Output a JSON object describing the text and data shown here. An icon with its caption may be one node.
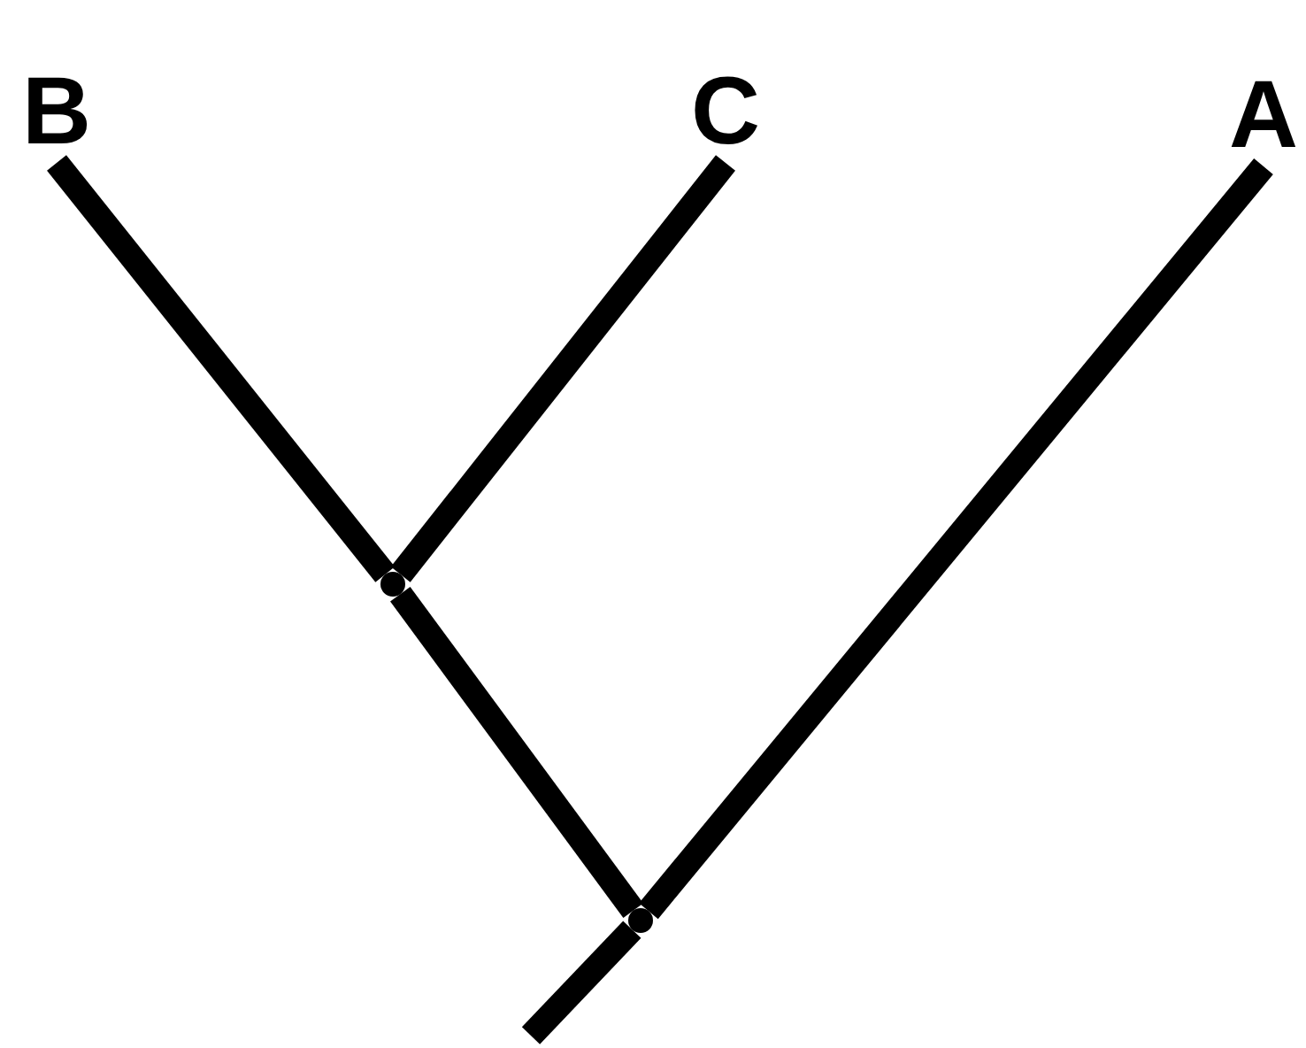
{
  "diagram": {
    "nodes": [
      {
        "text": [
          "B"
        ]
      },
      {
        "text": [
          "C"
        ]
      },
      {
        "text": [
          "A"
        ]
      },
      {
        "text": [],
        "shape": "point"
      },
      {
        "text": [],
        "shape": "point"
      }
    ],
    "edges": [
      {
        "from": 3,
        "to": 0,
        "arrow": "none"
      },
      {
        "from": 3,
        "to": 1,
        "arrow": "none"
      },
      {
        "from": 4,
        "to": 3,
        "arrow": "none"
      },
      {
        "from": 4,
        "to": 2,
        "arrow": "none"
      },
      {
        "from": null,
        "to": 4,
        "arrow": "none"
      }
    ]
  }
}
